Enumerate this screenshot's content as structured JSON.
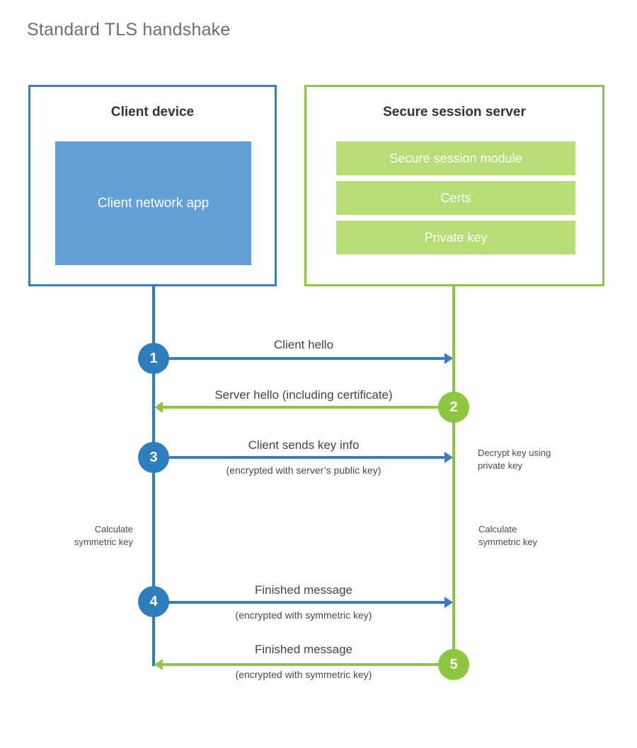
{
  "title": "Standard TLS handshake",
  "colors": {
    "client_border": "#3B7CC4",
    "client_fill": "#63A0D8",
    "client_circle": "#2E7EBD",
    "server_border": "#8DC63F",
    "server_fill": "#B7DD79",
    "server_circle": "#8DC63F",
    "title_text": "#6e6e6e",
    "body_text": "#444444",
    "background": "#ffffff"
  },
  "client": {
    "title": "Client device",
    "app_label": "Client network app"
  },
  "server": {
    "title": "Secure session server",
    "modules": [
      {
        "label": "Secure session module"
      },
      {
        "label": "Certs"
      },
      {
        "label": "Private key"
      }
    ]
  },
  "steps": [
    {
      "number": "1",
      "label": "Client hello",
      "sublabel": "",
      "direction": "client-to-server",
      "color": "blue"
    },
    {
      "number": "2",
      "label": "Server hello (including certificate)",
      "sublabel": "",
      "direction": "server-to-client",
      "color": "green"
    },
    {
      "number": "3",
      "label": "Client sends key info",
      "sublabel": "(encrypted with server’s public key)",
      "direction": "client-to-server",
      "color": "blue"
    },
    {
      "number": "4",
      "label": "Finished message",
      "sublabel": "(encrypted with symmetric key)",
      "direction": "client-to-server",
      "color": "blue"
    },
    {
      "number": "5",
      "label": "Finished message",
      "sublabel": "(encrypted with symmetric key)",
      "direction": "server-to-client",
      "color": "green"
    }
  ],
  "annotations": {
    "server_decrypt": "Decrypt key using\nprivate key",
    "client_calculate": "Calculate\nsymmetric key",
    "server_calculate": "Calculate\nsymmetric key"
  }
}
